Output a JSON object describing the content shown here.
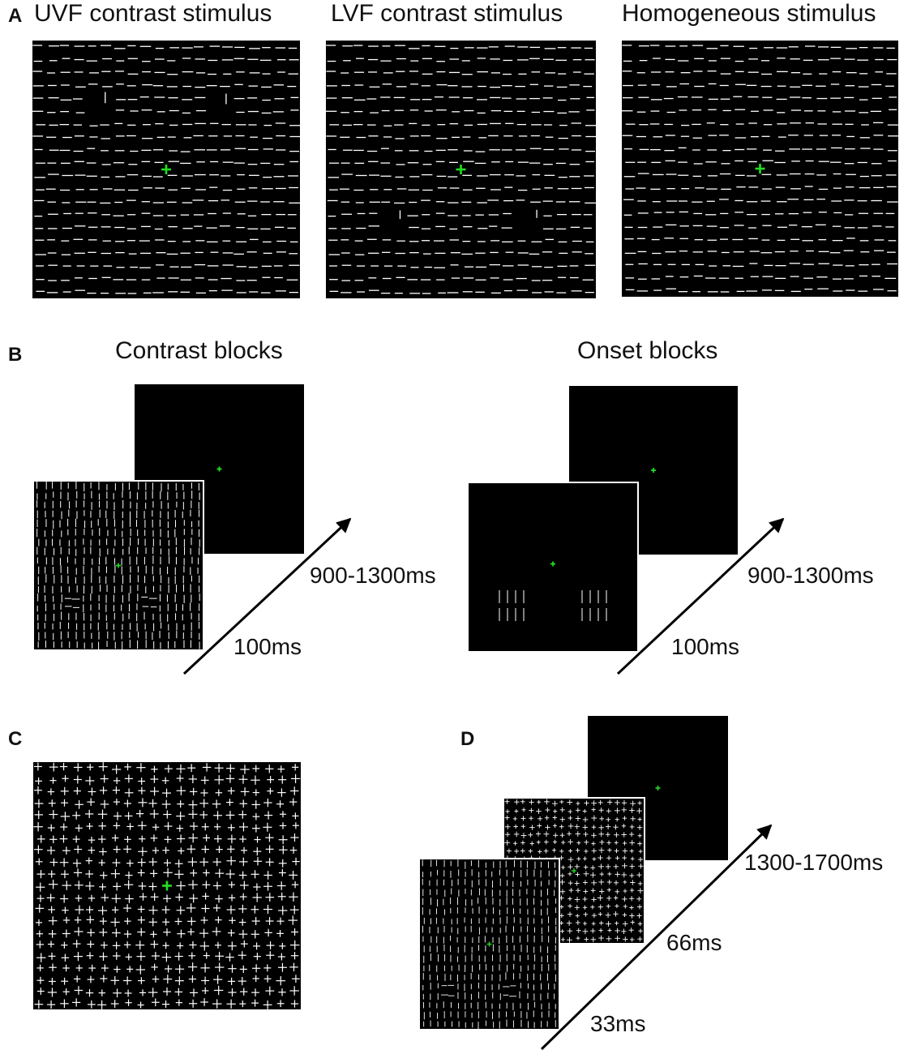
{
  "colors": {
    "background": "#ffffff",
    "panel": "#000000",
    "line": "#ffffff",
    "fixation": "#22dd22",
    "text": "#111111"
  },
  "section_a": {
    "letter": "A",
    "panels": [
      {
        "title": "UVF contrast stimulus",
        "icon": "uvf-contrast-stimulus-image"
      },
      {
        "title": "LVF contrast stimulus",
        "icon": "lvf-contrast-stimulus-image"
      },
      {
        "title": "Homogeneous stimulus",
        "icon": "homogeneous-stimulus-image"
      }
    ]
  },
  "section_b": {
    "letter": "B",
    "contrast": {
      "title": "Contrast blocks",
      "long_label": "900-1300ms",
      "short_label": "100ms"
    },
    "onset": {
      "title": "Onset blocks",
      "long_label": "900-1300ms",
      "short_label": "100ms"
    }
  },
  "section_c": {
    "letter": "C",
    "icon": "cross-mask-image"
  },
  "section_d": {
    "letter": "D",
    "label_1": "1300-1700ms",
    "label_2": "66ms",
    "label_3": "33ms"
  }
}
